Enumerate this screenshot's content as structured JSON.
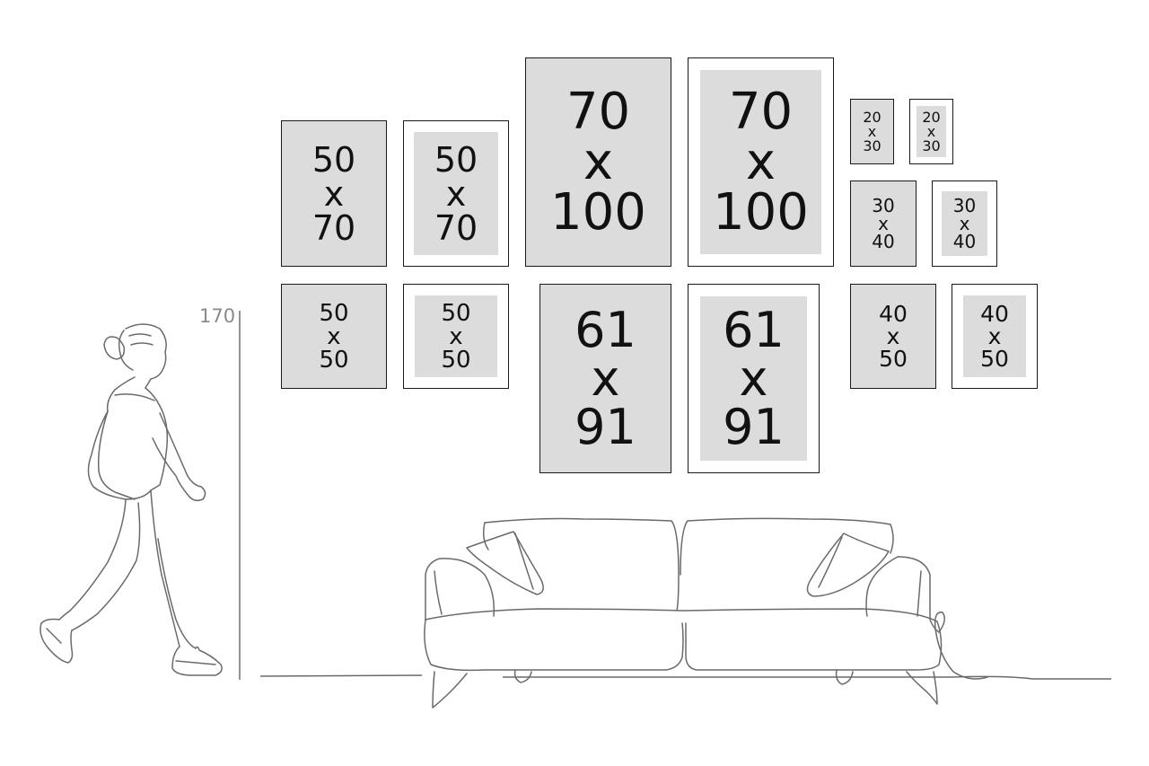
{
  "height_marker": {
    "label": "170"
  },
  "frames": [
    {
      "id": "f1",
      "w": "50",
      "x": "x",
      "h": "70",
      "style": "filled"
    },
    {
      "id": "f2",
      "w": "50",
      "x": "x",
      "h": "70",
      "style": "matted"
    },
    {
      "id": "f3",
      "w": "70",
      "x": "x",
      "h": "100",
      "style": "filled"
    },
    {
      "id": "f4",
      "w": "70",
      "x": "x",
      "h": "100",
      "style": "matted"
    },
    {
      "id": "f5",
      "w": "20",
      "x": "x",
      "h": "30",
      "style": "filled"
    },
    {
      "id": "f6",
      "w": "20",
      "x": "x",
      "h": "30",
      "style": "matted"
    },
    {
      "id": "f7",
      "w": "30",
      "x": "x",
      "h": "40",
      "style": "filled"
    },
    {
      "id": "f8",
      "w": "30",
      "x": "x",
      "h": "40",
      "style": "matted"
    },
    {
      "id": "f9",
      "w": "50",
      "x": "x",
      "h": "50",
      "style": "filled"
    },
    {
      "id": "f10",
      "w": "50",
      "x": "x",
      "h": "50",
      "style": "matted"
    },
    {
      "id": "f11",
      "w": "61",
      "x": "x",
      "h": "91",
      "style": "filled"
    },
    {
      "id": "f12",
      "w": "61",
      "x": "x",
      "h": "91",
      "style": "matted"
    },
    {
      "id": "f13",
      "w": "40",
      "x": "x",
      "h": "50",
      "style": "filled"
    },
    {
      "id": "f14",
      "w": "40",
      "x": "x",
      "h": "50",
      "style": "matted"
    }
  ],
  "colors": {
    "frame_fill": "#dcdcdc",
    "frame_border": "#1a1a1a",
    "line_art": "#6a6a6a",
    "marker_text": "#8a8a8a"
  }
}
